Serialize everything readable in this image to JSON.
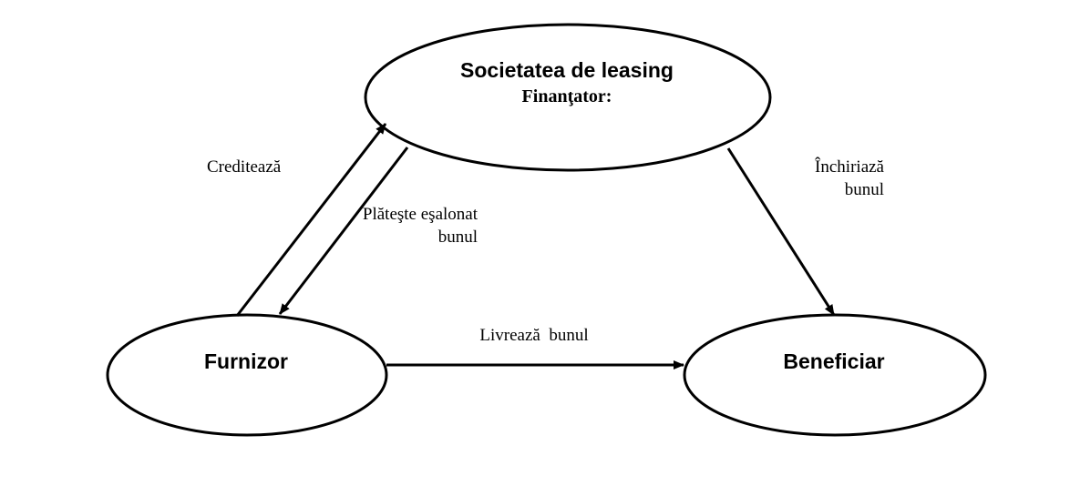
{
  "nodes": {
    "leasing": {
      "title": "Societatea de leasing",
      "subtitle": "Finanţator:"
    },
    "furnizor": {
      "title": "Furnizor"
    },
    "beneficiar": {
      "title": "Beneficiar"
    }
  },
  "edges": {
    "crediteaza": {
      "label": "Creditează"
    },
    "plateste": {
      "label_line1": "Plăteşte eşalonat",
      "label_line2": "bunul"
    },
    "inchiriaza": {
      "label_line1": "Închiriază",
      "label_line2": "bunul"
    },
    "livreaza": {
      "label": "Livrează  bunul"
    }
  }
}
